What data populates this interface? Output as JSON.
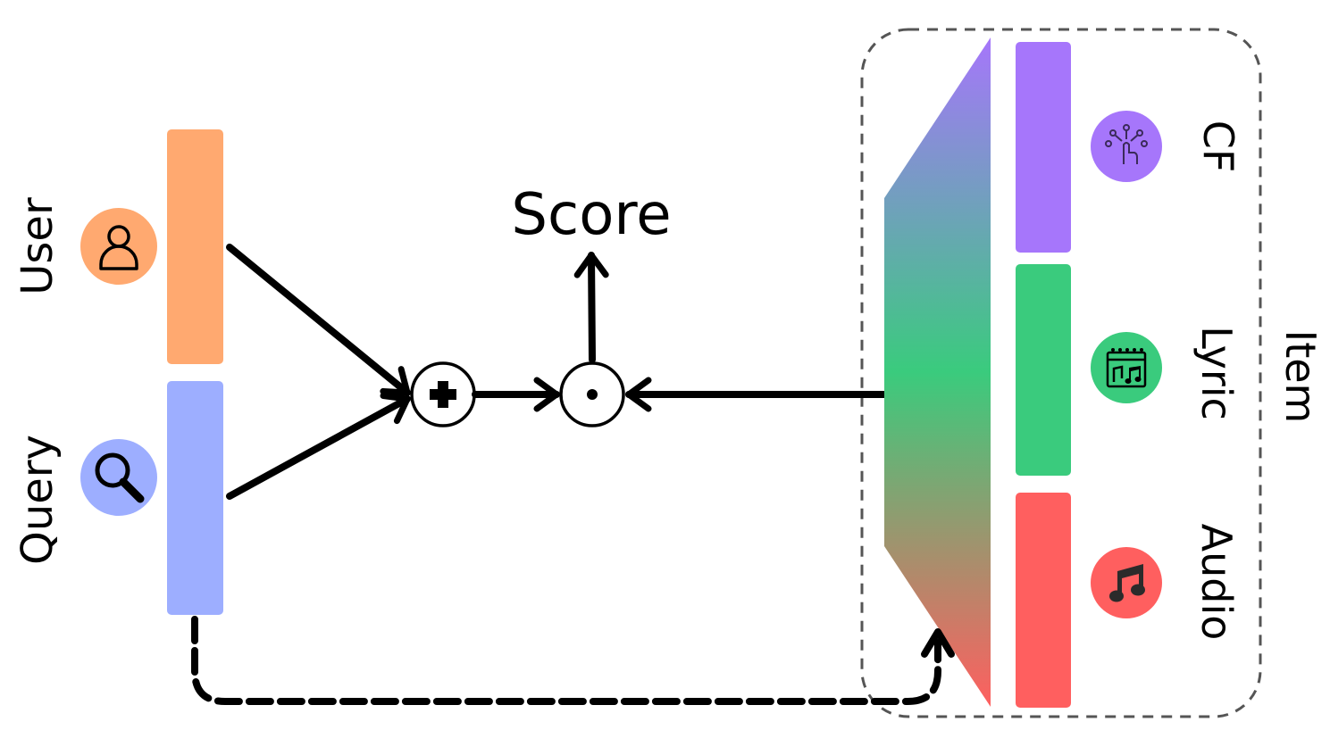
{
  "labels": {
    "user": "User",
    "query": "Query",
    "score": "Score",
    "cf": "CF",
    "lyric": "Lyric",
    "audio": "Audio",
    "item": "Item"
  },
  "operators": {
    "add": "add-operator",
    "dot": "dot-product-operator"
  },
  "icons": {
    "user": "user-icon",
    "query": "search-icon",
    "cf": "touch-network-icon",
    "lyric": "music-sheet-icon",
    "audio": "music-note-icon"
  },
  "colors": {
    "user": "#FFA970",
    "query": "#9DAEFF",
    "cf": "#A676FB",
    "lyric": "#3ACB7D",
    "audio": "#FF5F5F",
    "arrow": "#000000",
    "dashed_border": "#555555"
  }
}
